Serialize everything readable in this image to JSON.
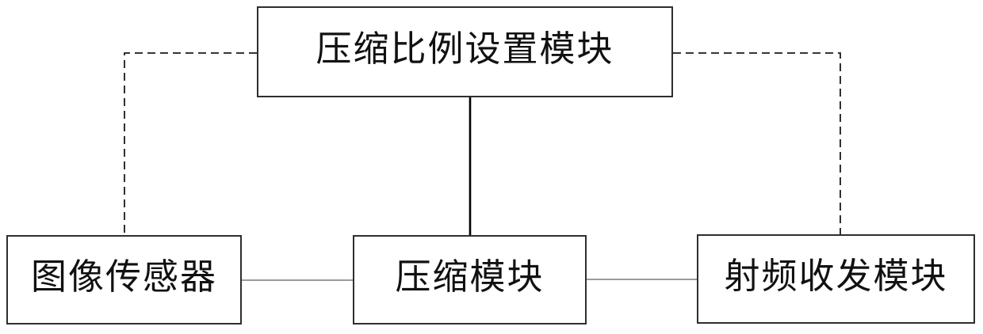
{
  "diagram": {
    "boxes": [
      {
        "id": "compression-ratio-setting-module",
        "label": "压缩比例设置模块"
      },
      {
        "id": "image-sensor",
        "label": "图像传感器"
      },
      {
        "id": "compression-module",
        "label": "压缩模块"
      },
      {
        "id": "rf-transceiver-module",
        "label": "射频收发模块"
      }
    ],
    "connections": [
      {
        "from": "压缩比例设置模块",
        "to": "图像传感器",
        "style": "dashed"
      },
      {
        "from": "压缩比例设置模块",
        "to": "射频收发模块",
        "style": "dashed"
      },
      {
        "from": "压缩比例设置模块",
        "to": "压缩模块",
        "style": "solid"
      },
      {
        "from": "图像传感器",
        "to": "压缩模块",
        "style": "solid"
      },
      {
        "from": "压缩模块",
        "to": "射频收发模块",
        "style": "solid"
      }
    ],
    "colors": {
      "background": "#ffffff",
      "box_border": "#2e2e2e",
      "text": "#111111",
      "dashed_line": "#1a1a1a",
      "solid_line_thick": "#000000",
      "solid_line_thin": "#7a7a7a"
    }
  }
}
